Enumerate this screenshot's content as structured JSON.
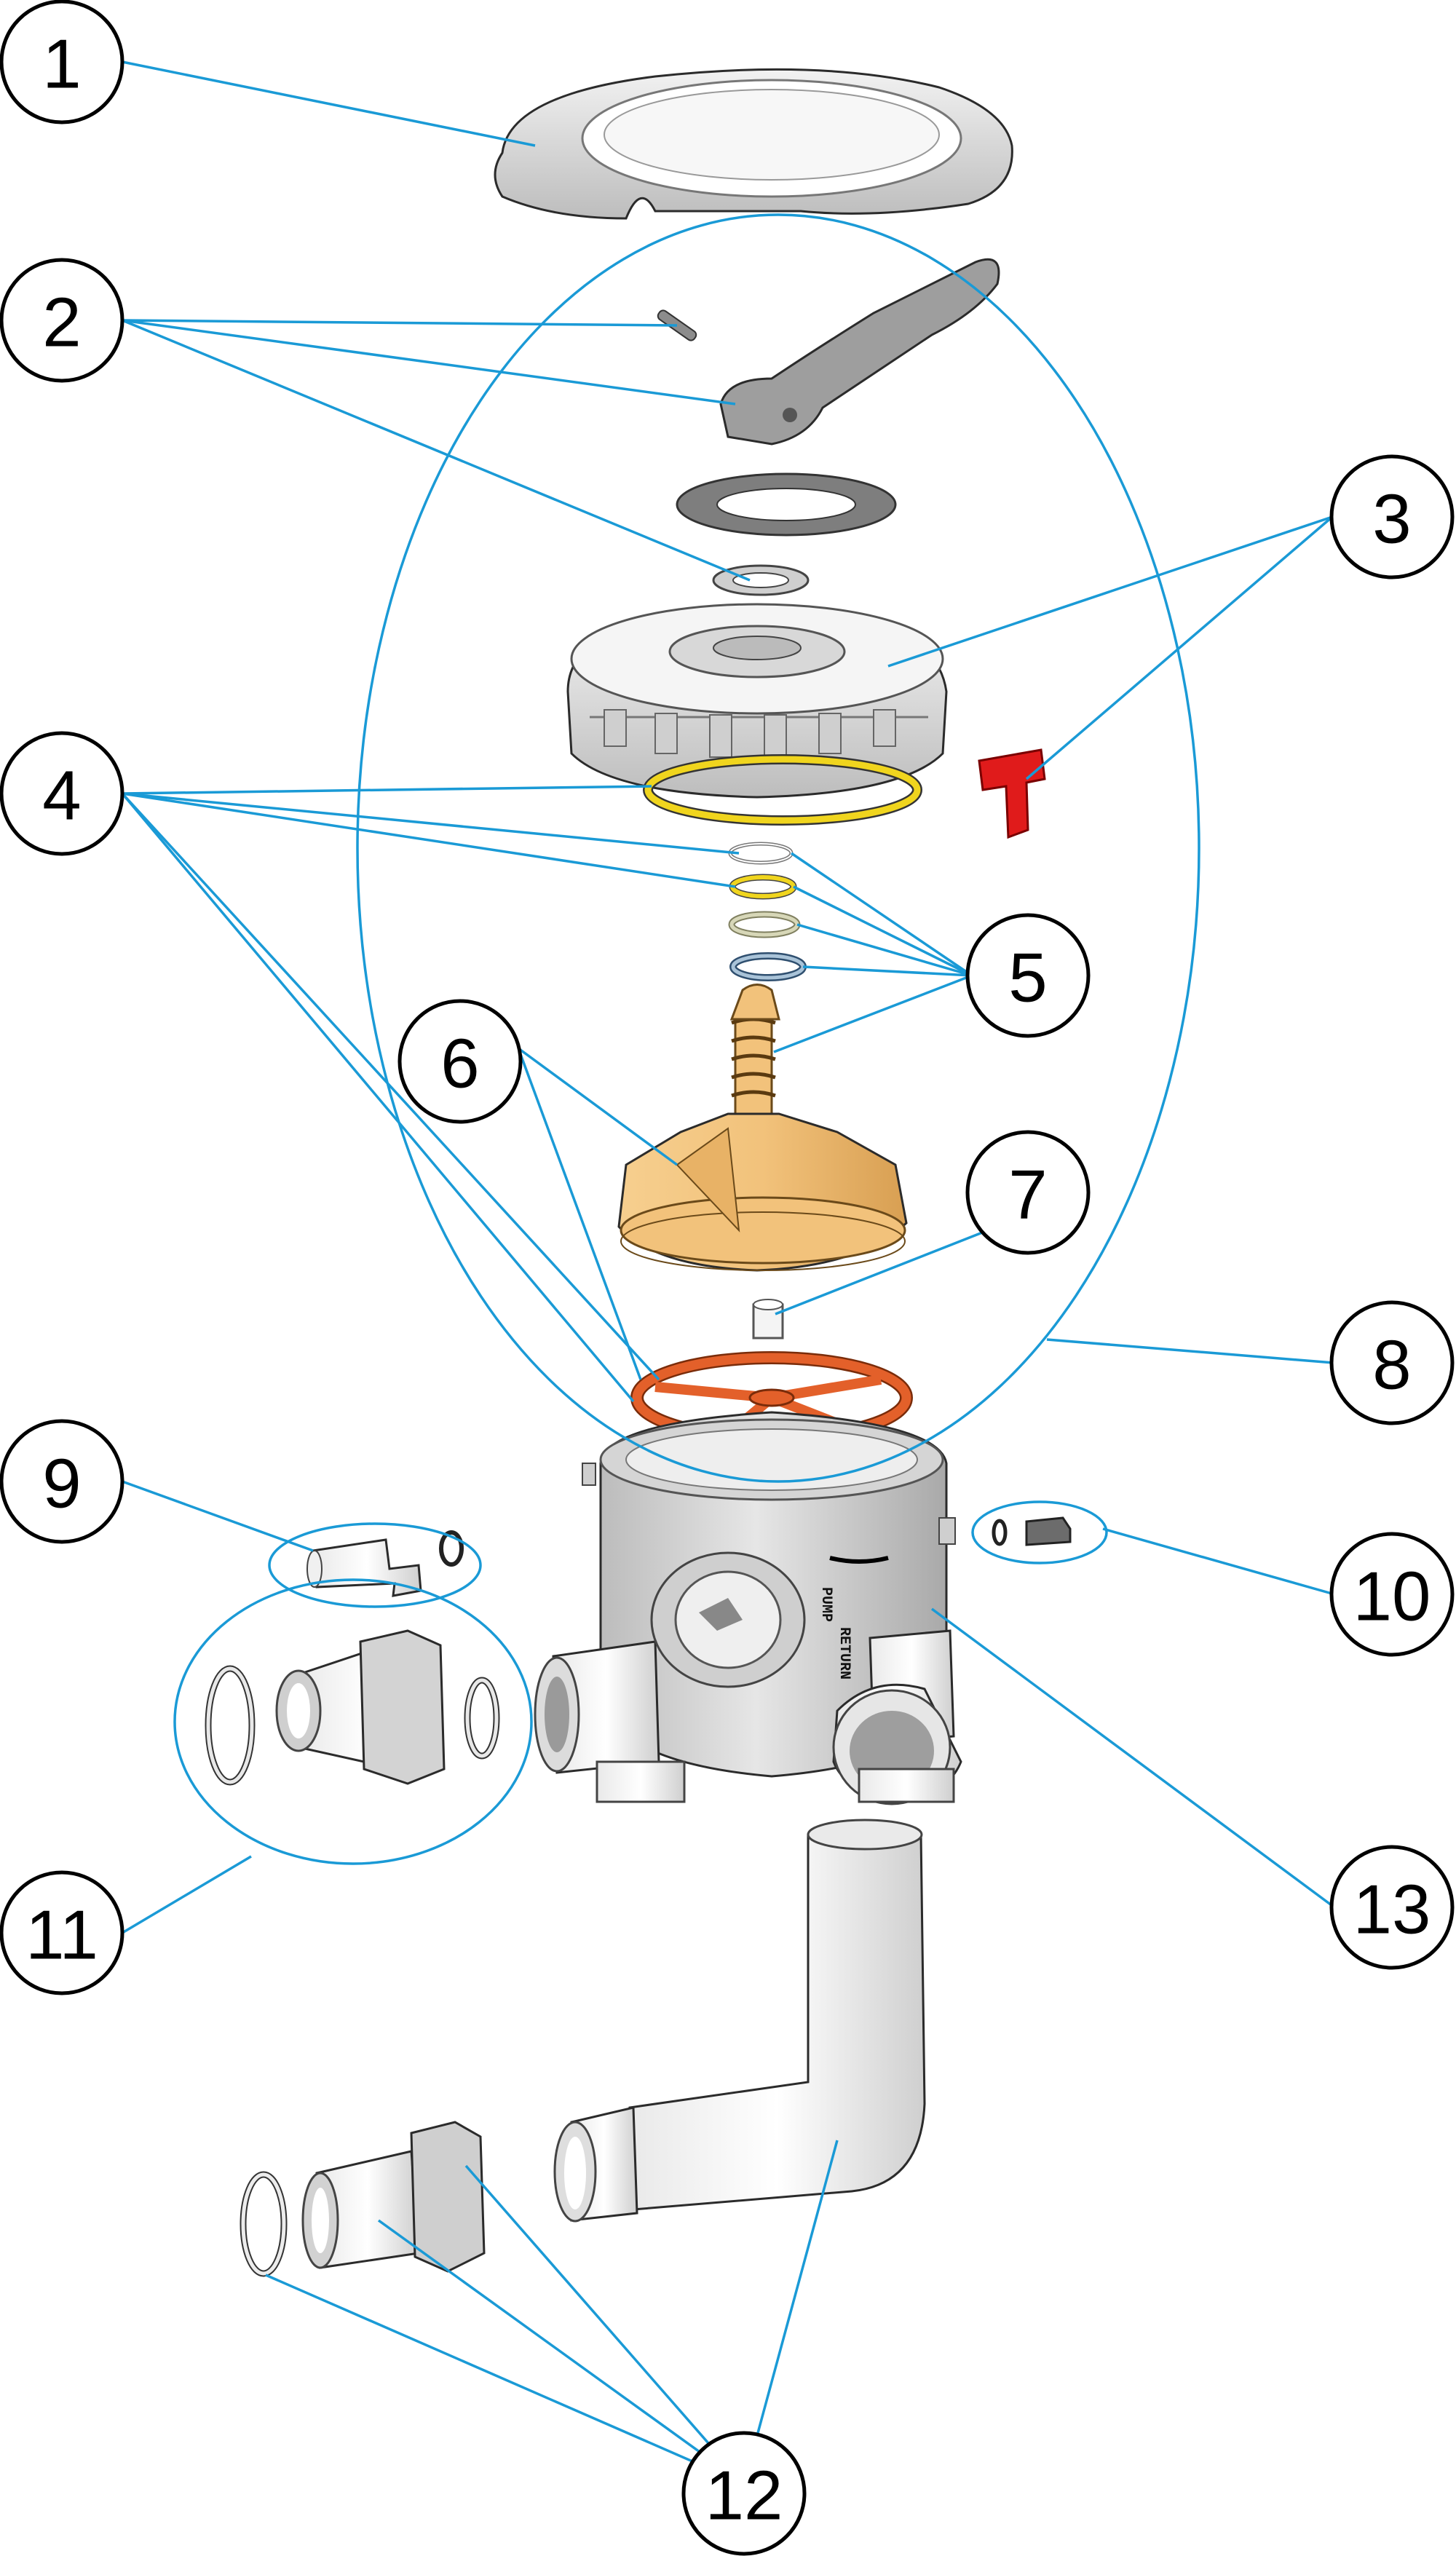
{
  "callouts": [
    "1",
    "2",
    "3",
    "4",
    "5",
    "6",
    "7",
    "8",
    "9",
    "10",
    "11",
    "12",
    "13"
  ],
  "body_text": {
    "line1": "PUMP",
    "line2": "RETURN"
  },
  "colors": {
    "leader": "#1a9ad6",
    "lock_clip": "#e01b1b",
    "o_ring_yellow": "#f0d51e",
    "rotor": "#f2c27b",
    "gasket_orange": "#e3602a",
    "part_grey": "#d9d9d9"
  }
}
